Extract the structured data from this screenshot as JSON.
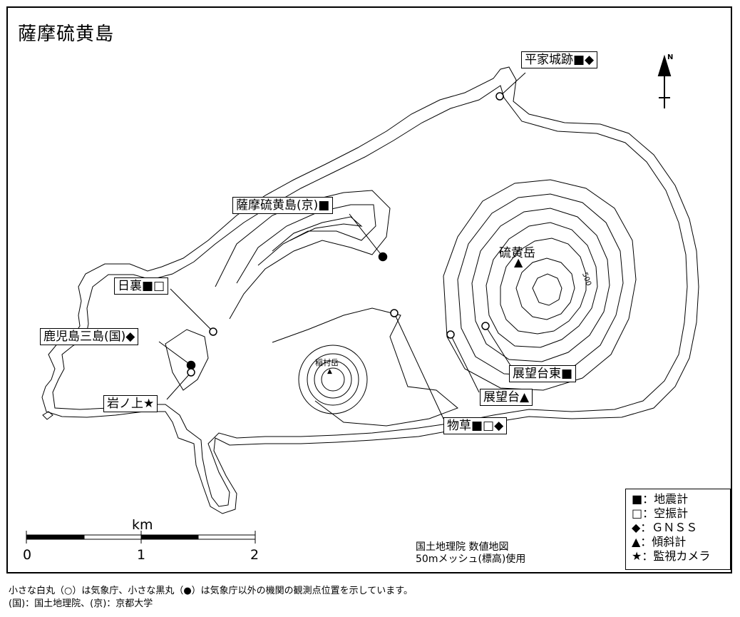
{
  "title": "薩摩硫黄島",
  "stations": {
    "heike": "平家城跡■◆",
    "kyo": "薩摩硫黄島(京)■",
    "hiura": "日裏■□",
    "kokudo": "鹿児島三島(国)◆",
    "iwanoue": "岩ノ上★",
    "tenbodai_higashi": "展望台東■",
    "tenbodai": "展望台▲",
    "monokusa": "物草■□◆"
  },
  "peaks": {
    "iodake": "硫黄岳",
    "iodake_marker": "▲",
    "inamuradake": "稲村岳",
    "inamuradake_marker": "▲",
    "contour_label": "500"
  },
  "north_label": "N",
  "scale": {
    "unit": "km",
    "ticks": [
      "0",
      "1",
      "2"
    ]
  },
  "credit": [
    "国土地理院 数値地図",
    "50mメッシュ(標高)使用"
  ],
  "legend": [
    "■：地震計",
    "□：空振計",
    "◆：ＧＮＳＳ",
    "▲：傾斜計",
    "★：監視カメラ"
  ],
  "notes": [
    "小さな白丸（○）は気象庁、小さな黒丸（●）は気象庁以外の機関の観測点位置を示しています。",
    "(国)：国土地理院、(京)：京都大学"
  ]
}
